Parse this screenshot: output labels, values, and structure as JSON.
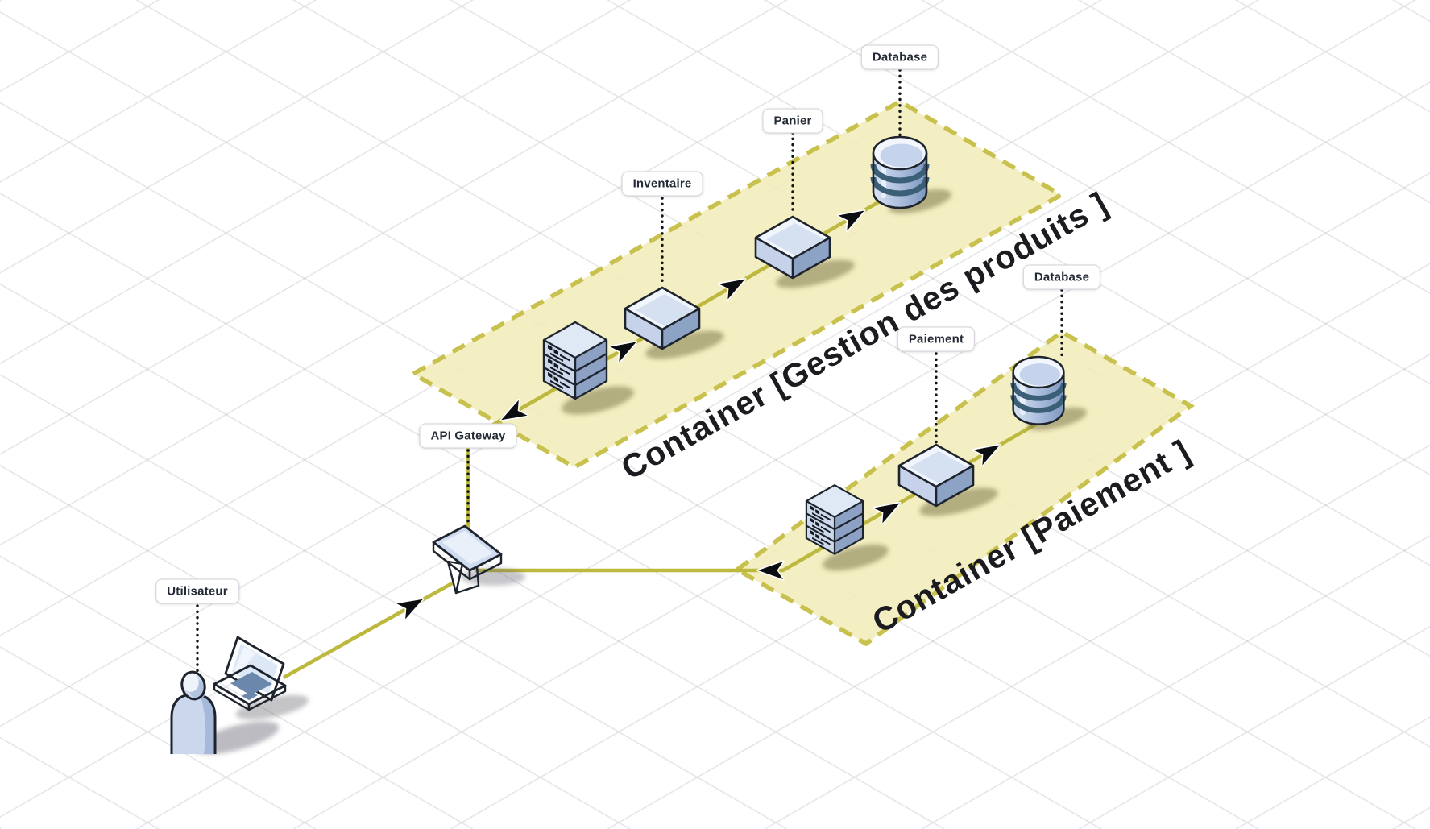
{
  "app": {
    "type": "isometric-architecture-diagram"
  },
  "labels": {
    "utilisateur": "Utilisateur",
    "api_gateway": "API Gateway",
    "inventaire": "Inventaire",
    "panier": "Panier",
    "database_products": "Database",
    "paiement": "Paiement",
    "database_payment": "Database"
  },
  "containers": {
    "products": {
      "title": "Container [Gestion des produits ]"
    },
    "payment": {
      "title": "Container [Paiement ]"
    }
  },
  "icons": {
    "user": "person-icon",
    "user_device": "laptop-icon",
    "api_gateway": "gateway-plinth-icon",
    "inventaire": "isometric-box-icon",
    "panier": "isometric-box-icon",
    "paiement": "isometric-box-icon",
    "database_products": "database-cylinder-icon",
    "database_payment": "database-cylinder-icon",
    "products_entry": "server-stack-icon",
    "payment_entry": "server-stack-icon"
  },
  "colors": {
    "container_fill": "#f4efc4",
    "container_border": "#c9c14e",
    "relationship_line": "#bdb93f",
    "icon_light": "#dfe8f6",
    "icon_mid": "#c5d2e9",
    "icon_dark": "#8da3c6",
    "db_band": "#3b5f76",
    "label_text": "#232a35",
    "title_text": "#1b1b20",
    "grid_line": "#e3e3e8",
    "canvas_bg": "#ffffff"
  }
}
